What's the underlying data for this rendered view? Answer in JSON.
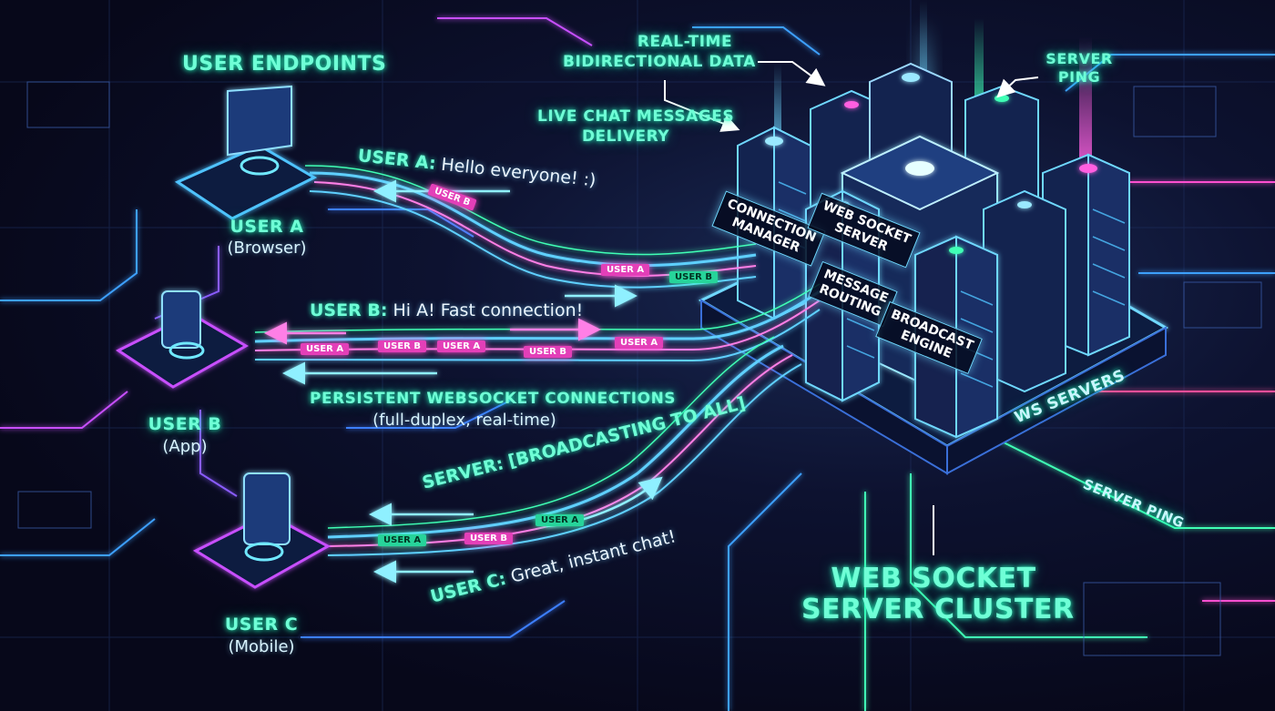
{
  "labels": {
    "user_endpoints": "USER ENDPOINTS",
    "realtime_line1": "REAL-TIME",
    "realtime_line2": "BIDIRECTIONAL DATA",
    "live_chat_line1": "LIVE CHAT MESSAGES",
    "live_chat_line2": "DELIVERY",
    "server_ping_top_line1": "SERVER",
    "server_ping_top_line2": "PING",
    "persistent_title": "PERSISTENT WEBSOCKET CONNECTIONS",
    "persistent_sub": "(full-duplex, real-time)",
    "ws_servers": "WS SERVERS",
    "server_ping_bottom": "SERVER PING",
    "cluster_line1": "WEB SOCKET",
    "cluster_line2": "SERVER CLUSTER"
  },
  "users": [
    {
      "name": "USER A",
      "sub": "(Browser)"
    },
    {
      "name": "USER B",
      "sub": "(App)"
    },
    {
      "name": "USER C",
      "sub": "(Mobile)"
    }
  ],
  "messages": [
    {
      "sender": "USER A:",
      "text": "Hello everyone! :)"
    },
    {
      "sender": "USER B:",
      "text": "Hi A! Fast connection!"
    },
    {
      "sender": "SERVER:",
      "text": "[BROADCASTING TO ALL]"
    },
    {
      "sender": "USER C:",
      "text": "Great, instant chat!"
    }
  ],
  "server_components": {
    "connection_manager": "CONNECTION\nMANAGER",
    "websocket_server": "WEB SOCKET\nSERVER",
    "message_routing": "MESSAGE\nROUTING",
    "broadcast_engine": "BROADCAST\nENGINE"
  },
  "packet_tags": {
    "user_a": "USER A",
    "user_b": "USER B"
  },
  "colors": {
    "accent_cyan": "#6fffd6",
    "accent_blue": "#4fc3ff",
    "accent_magenta": "#ff4fd0",
    "accent_green": "#3fffb5"
  }
}
